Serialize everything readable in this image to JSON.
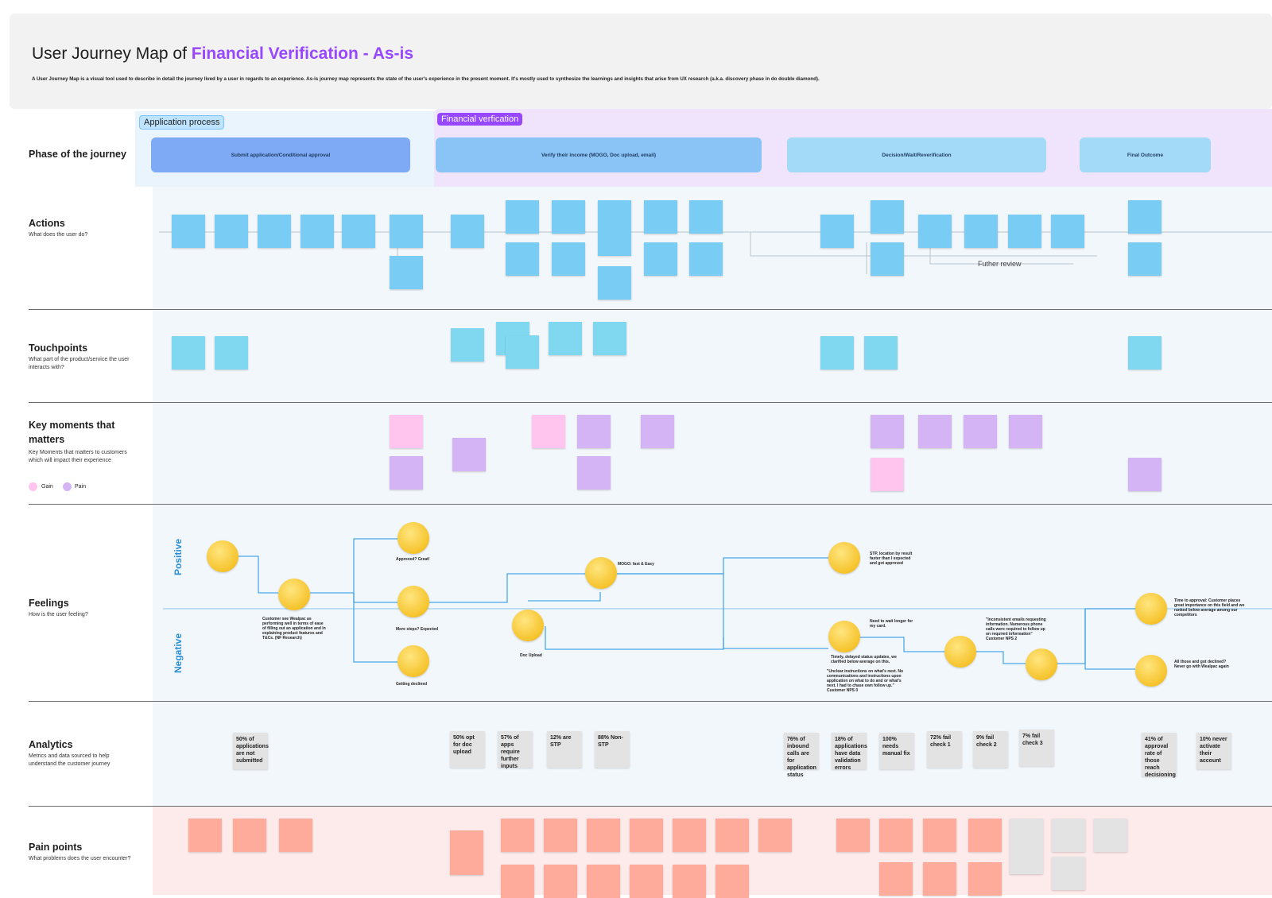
{
  "header": {
    "title_prefix": "User Journey Map of ",
    "title_highlight": "Financial Verification - As-is",
    "description": "A User Journey Map is a visual tool used to describe in detail the journey lived by a user in regards to an experience. As-is journey map represents the state of the user's experience in the present moment. It's mostly used to synthesize the learnings and insights that arise from UX research (a.k.a. discovery phase in do double diamond)."
  },
  "sections": {
    "application": "Application process",
    "financial": "Financial verfication"
  },
  "rows": {
    "phase": {
      "title": "Phase of the journey"
    },
    "actions": {
      "title": "Actions",
      "subtitle": "What does the user do?"
    },
    "touchpoints": {
      "title": "Touchpoints",
      "subtitle": "What part of the product/service the user interacts with?"
    },
    "key_moments": {
      "title": "Key moments that matters",
      "subtitle": "Key Moments that matters to customers which will impact their experience"
    },
    "feelings": {
      "title": "Feelings",
      "subtitle": "How is the user feeling?"
    },
    "analytics": {
      "title": "Analytics",
      "subtitle": "Metrics and data sourced to help understand the customer journey"
    },
    "pain_points": {
      "title": "Pain points",
      "subtitle": "What problems does the user encounter?"
    }
  },
  "legend": {
    "gain": "Gain",
    "pain": "Pain",
    "gain_color": "#ffc5ef",
    "pain_color": "#d5b4f5"
  },
  "phases": [
    "Submit application/Conditional approval",
    "Verify their income (MOGO, Doc upload, email)",
    "Decision/Wait/Reverification",
    "Final Outcome"
  ],
  "actions_note": "Futher review",
  "feelings": {
    "positive": "Positive",
    "negative": "Negative",
    "captions": {
      "c1": "Customer see Wealpac as performing well in terms of ease of filling out an application and in explaining product features and T&Cs. (NF Research)",
      "c2": "Approved? Great!",
      "c3": "More steps? Expected",
      "c4": "Getting declined",
      "c5": "MOGO: fast & Easy",
      "c6": "Doc Upload",
      "c7": "STP, location by result faster than I expected and got approved",
      "c8": "Need to wait longer for my card.",
      "c9": "Timely, delayed status updates, we clarified below average on this.",
      "c10": "\"Unclear instructions on what's next. No communications and instructions upon application on what to do and or what's next. I had to chase own follow up.\" Customer NPS 0",
      "c11": "\"Inconsistent emails requesting information. Numerous phone calls were required to follow up on required information\" Customer NPS 2",
      "c12": "Time to approval: Customer places great importance on this field and we ranked below average among our competitors",
      "c13": "All those and got declined? Never go with Wealpac again"
    }
  },
  "analytics": [
    "50% of applications are not submitted",
    "50% opt for doc upload",
    "57% of apps require further inputs",
    "12% are STP",
    "88% Non-STP",
    "76% of inbound calls are for application status",
    "18% of applications have data validation errors",
    "100% needs manual fix",
    "72% fail check 1",
    "9% fail check 2",
    "7% fail check 3",
    "41% of approval rate of those reach decisioning",
    "10% never activate their account"
  ],
  "colors": {
    "accent": "#9747ff",
    "action_note": "#79cdf5",
    "touchpoint_note": "#80d8f0",
    "gain_note": "#ffc5ef",
    "pain_note": "#d5b4f5",
    "analytics_note": "#e3e3e3",
    "painpoint_note": "#ffab9b",
    "feeling_line": "#4aa8e8"
  }
}
